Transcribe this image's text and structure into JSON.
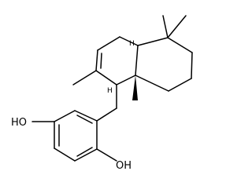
{
  "structure": {
    "atom_labels": {
      "hydroxyl_left": "HO",
      "hydroxyl_bottom": "OH"
    },
    "stereo_labels": {
      "h_upper": "H",
      "h_benzylic": "H"
    },
    "colors": {
      "bond": "#000000",
      "background": "#ffffff"
    }
  }
}
